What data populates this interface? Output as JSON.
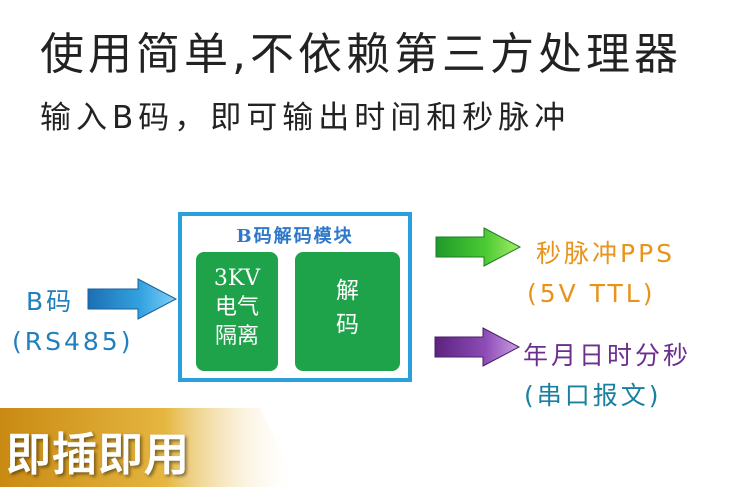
{
  "header": {
    "title": "使用简单,不依赖第三方处理器",
    "subtitle": "输入B码，即可输出时间和秒脉冲"
  },
  "module": {
    "title": "B码解码模块",
    "isolation_lines": [
      "3KV",
      "电气",
      "隔离"
    ],
    "decode_lines": [
      "解",
      "码"
    ]
  },
  "input": {
    "label": "B码",
    "interface": "(RS485)"
  },
  "outputs": [
    {
      "line1": "秒脉冲PPS",
      "line2": "(5V TTL)"
    },
    {
      "line1": "年月日时分秒",
      "line2": "(串口报文)"
    }
  ],
  "banner": {
    "text": "即插即用"
  },
  "colors": {
    "module_border": "#29a0dc",
    "block_green": "#1ea24a",
    "input_blue": "#1f80bd",
    "pps_orange": "#e8931b",
    "time_purple": "#6c2f8e",
    "banner_gold": "#d9a21f"
  }
}
